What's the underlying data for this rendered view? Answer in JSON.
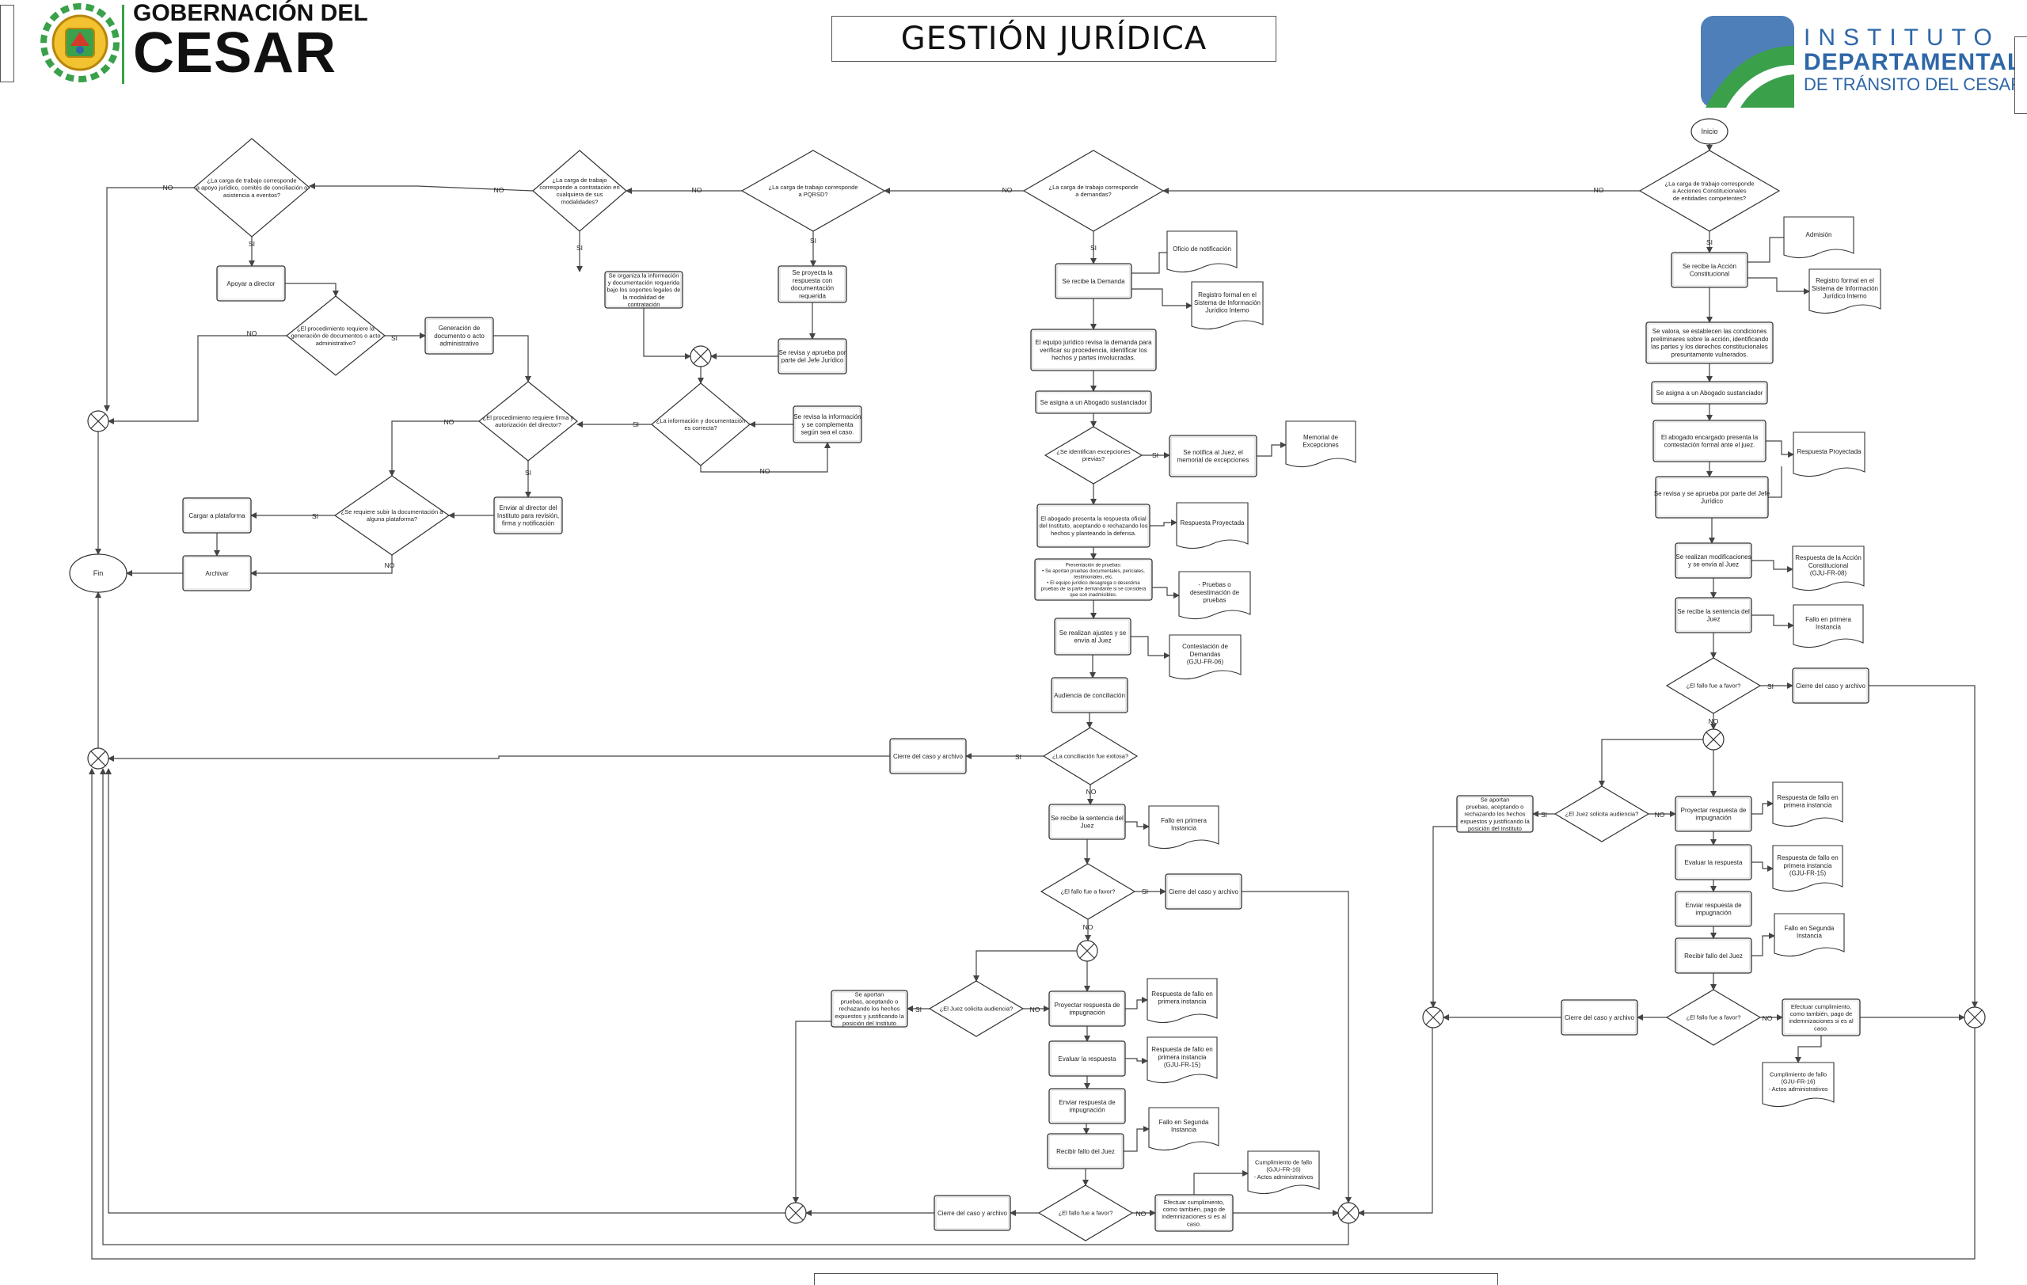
{
  "header": {
    "title": "GESTIÓN JURÍDICA",
    "left_logo": {
      "line1": "GOBERNACIÓN DEL",
      "line2": "CESAR",
      "icon": "coat-of-arms-icon"
    },
    "right_logo": {
      "line1": "INSTITUTO",
      "line2": "DEPARTAMENTAL",
      "line3": "DE TRÁNSITO DEL CESAR",
      "icon": "road-logo-icon"
    }
  },
  "colors": {
    "line": "#444444",
    "box_stroke": "#333333",
    "idt_blue": "#2f67a8",
    "idt_green": "#3aa14a"
  },
  "labels": {
    "inicio": "Inicio",
    "fin": "Fin",
    "si": "SI",
    "no": "NO",
    "d_acciones": [
      "¿La carga de trabajo corresponde",
      "a  Acciones Constitucionales",
      "de entidades competentes?"
    ],
    "d_demandas": [
      "¿La carga de trabajo corresponde",
      "a  demandas?"
    ],
    "d_pqrsd": [
      "¿La carga de trabajo corresponde",
      "a PQRSD?"
    ],
    "d_contratacion": [
      "¿La carga de trabajo",
      "corresponde a contratación en",
      "cualquiera de sus",
      "modalidades?"
    ],
    "d_apoyo": [
      "¿La carga de trabajo corresponde",
      "a  apoyo jurídico, comités de conciliación o",
      "asistencia  a eventos?"
    ],
    "apoyar_director": "Apoyar a director",
    "d_procedimiento_gen": [
      "¿El procedimiento requiere la",
      "generación de documentos o acto",
      "administrativo?"
    ],
    "generacion_doc": [
      "Generación de",
      "documento o acto",
      "administrativo"
    ],
    "se_organiza": [
      "Se organiza la información",
      "y documentación requerida",
      "bajo los soportes legales de",
      "la modalidad de",
      "contratación"
    ],
    "se_proyecta_resp": [
      "Se proyecta la",
      "respuesta con",
      "documentación",
      "requerida"
    ],
    "se_revisa_jefe": [
      "Se revisa y aprueba por",
      "parte del Jefe Jurídico"
    ],
    "d_info_correcta": [
      "¿La información y documentación",
      "es correcta?"
    ],
    "se_revisa_info": [
      "Se revisa la información",
      "y se complementa",
      "según sea el caso."
    ],
    "d_proc_firma": [
      "¿El procedimiento requiere firma y",
      "autorización del director?"
    ],
    "enviar_director": [
      "Enviar al director del",
      "Instituto para revisión,",
      "firma y notificación"
    ],
    "d_subir_doc": [
      "¿Se requiere subir la documentación a",
      "alguna plataforma?"
    ],
    "cargar_plataforma": "Cargar a plataforma",
    "archivar": "Archivar",
    "se_recibe_demanda": "Se recibe la Demanda",
    "oficio_notificacion": "Oficio de notificación",
    "registro_formal": [
      "Registro formal en el",
      "Sistema de Información",
      "Jurídico Interno"
    ],
    "equipo_revisa": [
      "El equipo jurídico revisa la demanda para",
      "verificar su procedencia, identificar los",
      "hechos y partes involucradas."
    ],
    "asigna_abogado": "Se asigna a un Abogado sustanciador",
    "d_excepciones": [
      "¿Se identifican excepciones",
      "previas?"
    ],
    "notifica_juez": [
      "Se notifica al Juez, el",
      "memorial de excepciones"
    ],
    "memorial_excepciones": [
      "Memorial de",
      "Excepciones"
    ],
    "abogado_presenta": [
      "El abogado presenta la respuesta oficial",
      "del Instituto, aceptando o rechazando los",
      "hechos y planteando la defensa."
    ],
    "respuesta_proyectada": "Respuesta Proyectada",
    "presentacion_pruebas": [
      "Presentación de pruebas:",
      "•  Se aportan pruebas documentales, periciales,",
      "testimoniales, etc.",
      "•  El equipo jurídico desagrega o desestima",
      "pruebas de la parte demandante si se considera",
      "que son inadmisibles."
    ],
    "pruebas_desestimacion": [
      "- Pruebas o",
      "desestimación de",
      "pruebas"
    ],
    "ajustes_juez": [
      "Se realizan ajustes y se",
      "envía al Juez"
    ],
    "contestacion_demandas": [
      "Contestación de",
      "Demandas",
      "(GJU-FR-06)"
    ],
    "audiencia_conciliacion": "Audiencia de conciliación",
    "d_conciliacion": [
      "¿La conciliación fue exitosa?"
    ],
    "cierre_caso": "Cierre del caso y archivo",
    "recibe_sentencia": [
      "Se recibe la sentencia del",
      "Juez"
    ],
    "fallo_primera": [
      "Fallo en primera",
      "Instancia"
    ],
    "d_fallo_favor": [
      "¿El fallo fue a favor?"
    ],
    "d_juez_audiencia": [
      "¿El Juez solicita audiencia?"
    ],
    "se_aportan": [
      "Se aportan",
      "pruebas, aceptando o",
      "rechazando los hechos",
      "expuestos y justificando la",
      "posición del Instituto"
    ],
    "proyectar_impugnacion": [
      "Proyectar respuesta de",
      "impugnación"
    ],
    "resp_fallo_primera": [
      "Respuesta de fallo en",
      "primera instancia"
    ],
    "evaluar_respuesta": "Evaluar la respuesta",
    "resp_fallo_gju15": [
      "Respuesta de fallo en",
      "primera instancia",
      "(GJU-FR-15)"
    ],
    "enviar_impugnacion": [
      "Enviar respuesta de",
      "impugnación"
    ],
    "fallo_segunda": [
      "Fallo en Segunda",
      "Instancia"
    ],
    "recibir_fallo": "Recibir fallo del Juez",
    "efectuar_cumplimiento": [
      "Efectuar cumplimiento,",
      "como también, pago de",
      "indemnizaciones si es al",
      "caso."
    ],
    "cumplimiento_fallo": [
      "Cumplimiento de fallo",
      "(GJU-FR-16)",
      "- Actos administrativos"
    ],
    "admision": "Admisión",
    "recibe_accion": [
      "Se recibe la Acción",
      "Constitucional"
    ],
    "registro_formal_b": [
      "Registro formal en el",
      "Sistema de Información",
      "Jurídico Interno"
    ],
    "se_valora": [
      "Se valora, se establecen las condiciones",
      "preliminares sobre la acción, identificando",
      "las partes y los derechos constitucionales",
      "presuntamente vulnerados."
    ],
    "abogado_encargado": [
      "El abogado encargado presenta la",
      "contestación formal ante el juez."
    ],
    "se_revisa_jefe_b": [
      "Se revisa y se aprueba por parte del Jefe",
      "Jurídico"
    ],
    "modificaciones_juez": [
      "Se realizan modificaciones",
      "y se envía al Juez"
    ],
    "resp_accion_constitucional": [
      "Respuesta de la Acción",
      "Constitucional",
      "(GJU-FR-08)"
    ]
  }
}
